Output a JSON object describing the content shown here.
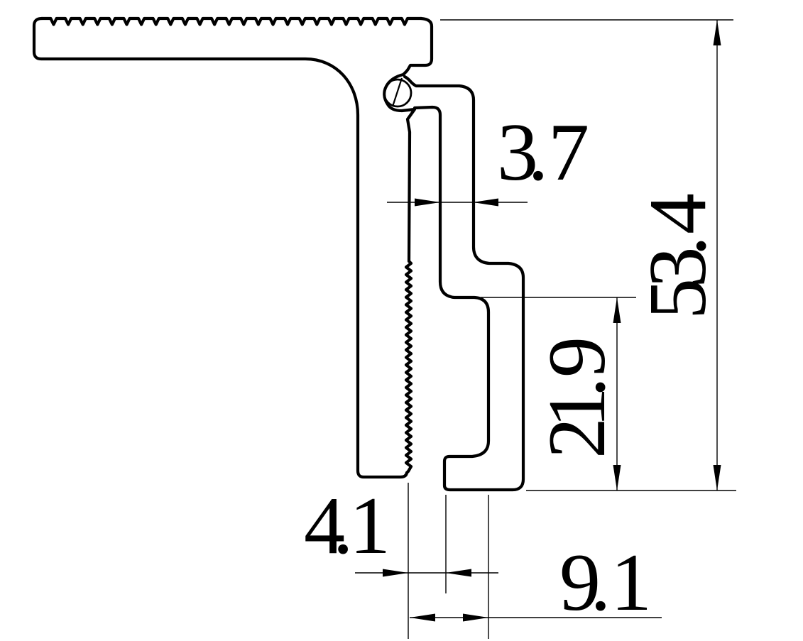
{
  "drawing": {
    "background_color": "#ffffff",
    "line_color": "#000000",
    "kind": "extrusion-profile-cross-section",
    "dimensions": {
      "arm_thickness": {
        "label": "3. 7",
        "value": 3.7
      },
      "overall_height": {
        "label": "53. 4",
        "value": 53.4
      },
      "lower_step_height": {
        "label": "21. 9",
        "value": 21.9
      },
      "slot_gap_width": {
        "label": "4. 1",
        "value": 4.1
      },
      "channel_width": {
        "label": "9. 1",
        "value": 9.1
      }
    }
  }
}
